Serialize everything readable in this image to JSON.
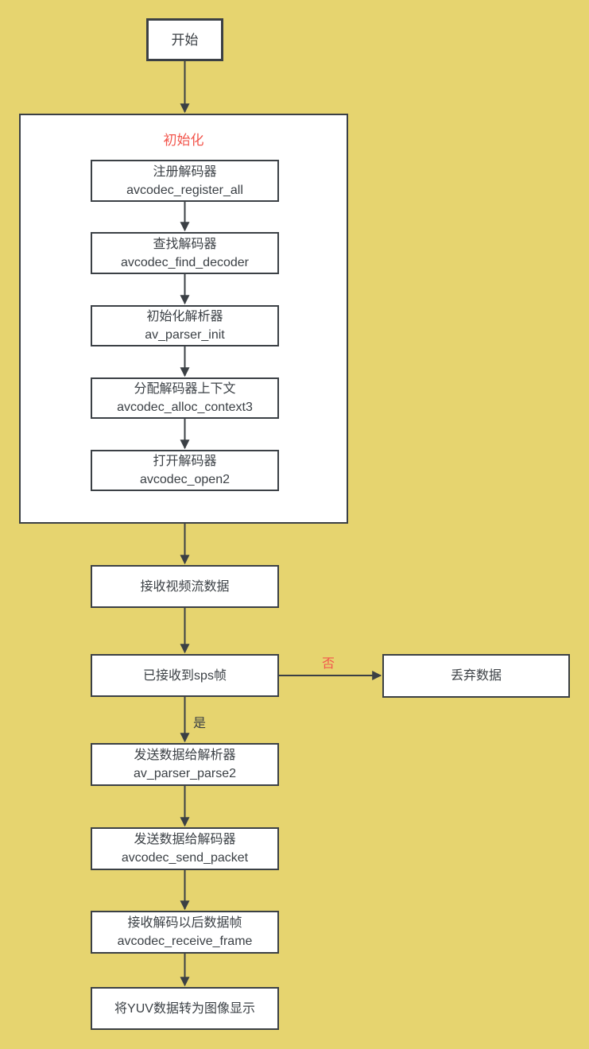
{
  "theme": {
    "background": "#e6d46f",
    "line_color": "#3b4045",
    "node_background": "#ffffff",
    "text_color": "#3b4045",
    "accent_red": "#f2564d"
  },
  "nodes": {
    "start": {
      "label": "开始"
    },
    "init_group": {
      "label": "初始化"
    },
    "register": {
      "title": "注册解码器",
      "code": "avcodec_register_all"
    },
    "find_decoder": {
      "title": "查找解码器",
      "code": "avcodec_find_decoder"
    },
    "parser_init": {
      "title": "初始化解析器",
      "code": "av_parser_init"
    },
    "alloc_context": {
      "title": "分配解码器上下文",
      "code": "avcodec_alloc_context3"
    },
    "open_decoder": {
      "title": "打开解码器",
      "code": "avcodec_open2"
    },
    "receive_stream": {
      "label": "接收视频流数据"
    },
    "sps_check": {
      "label": "已接收到sps帧"
    },
    "discard": {
      "label": "丢弃数据"
    },
    "parser_parse": {
      "title": "发送数据给解析器",
      "code": "av_parser_parse2"
    },
    "send_packet": {
      "title": "发送数据给解码器",
      "code": "avcodec_send_packet"
    },
    "receive_frame": {
      "title": "接收解码以后数据帧",
      "code": "avcodec_receive_frame"
    },
    "display_yuv": {
      "label": "将YUV数据转为图像显示"
    }
  },
  "edges": {
    "yes_label": "是",
    "no_label": "否"
  }
}
